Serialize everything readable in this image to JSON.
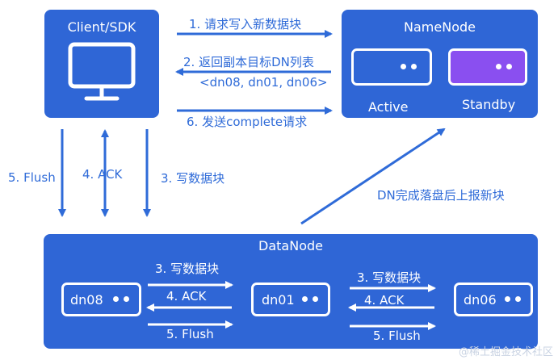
{
  "client": {
    "title": "Client/SDK"
  },
  "namenode": {
    "title": "NameNode",
    "active_label": "Active",
    "standby_label": "Standby"
  },
  "datanode": {
    "title": "DataNode",
    "nodes": [
      "dn08",
      "dn01",
      "dn06"
    ]
  },
  "messages": {
    "m1": "1. 请求写入新数据块",
    "m2": "2. 返回副本目标DN列表",
    "m2b": "<dn08, dn01, dn06>",
    "m6": "6. 发送complete请求",
    "flush": "5. Flush",
    "ack": "4. ACK",
    "write": "3. 写数据块",
    "report": "DN完成落盘后上报新块"
  },
  "pipeline": {
    "write": "3. 写数据块",
    "ack": "4. ACK",
    "flush": "5. Flush"
  },
  "watermark": "@稀土掘金技术社区",
  "colors": {
    "box": "#2f66d6",
    "standby": "#8a4ff0",
    "arrow": "#2f6bd8"
  }
}
